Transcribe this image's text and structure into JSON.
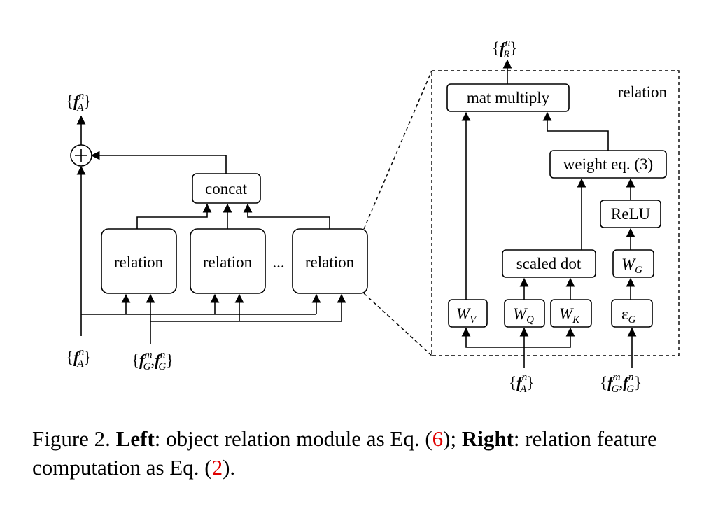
{
  "left": {
    "output_label": "f",
    "output_sub": "A",
    "output_sup": "n",
    "concat_label": "concat",
    "relation_labels": [
      "relation",
      "relation",
      "relation"
    ],
    "ellipsis": "...",
    "input_a_label": "f",
    "input_a_sub": "A",
    "input_a_sup": "n",
    "input_g1": "f",
    "input_g1_sup": "m",
    "input_g1_sub": "G",
    "input_g2": "f",
    "input_g2_sup": "n",
    "input_g2_sub": "G"
  },
  "right": {
    "title": "relation",
    "output_label": "f",
    "output_sup": "n",
    "output_sub": "R",
    "mat_multiply": "mat multiply",
    "weight_eq": "weight eq. (3)",
    "relu": "ReLU",
    "scaled_dot": "scaled dot",
    "wg": "W",
    "wg_sub": "G",
    "wv": "W",
    "wv_sub": "V",
    "wq": "W",
    "wq_sub": "Q",
    "wk": "W",
    "wk_sub": "K",
    "eg": "ε",
    "eg_sub": "G",
    "input_a": "f",
    "input_a_sup": "n",
    "input_a_sub": "A",
    "input_g1": "f",
    "input_g1_sup": "m",
    "input_g1_sub": "G",
    "input_g2": "f",
    "input_g2_sup": "n",
    "input_g2_sub": "G"
  },
  "caption": {
    "figure": "Figure 2.",
    "left_bold": "Left",
    "left_text": ": object relation module as Eq. (",
    "left_ref": "6",
    "left_end": ");",
    "right_bold": "Right",
    "right_text": ": relation feature computation as Eq. (",
    "right_ref": "2",
    "right_end": ")."
  }
}
